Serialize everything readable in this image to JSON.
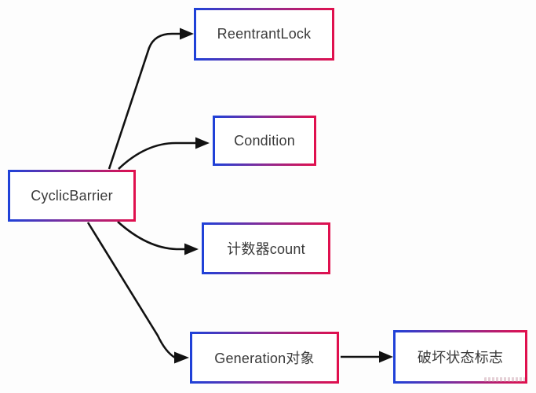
{
  "diagram": {
    "description": "CyclicBarrier internal components diagram",
    "colors": {
      "border_gradient_start": "#1f41d8",
      "border_gradient_mid": "#8a2b94",
      "border_gradient_end": "#e0104e",
      "arrow": "#111111",
      "node_fill": "#ffffff",
      "text": "#3a3a3a",
      "background": "#fdfdfd"
    },
    "nodes": [
      {
        "id": "cyclicbarrier",
        "label": "CyclicBarrier"
      },
      {
        "id": "reentrantlock",
        "label": "ReentrantLock"
      },
      {
        "id": "condition",
        "label": "Condition"
      },
      {
        "id": "counter",
        "label": "计数器count"
      },
      {
        "id": "generation",
        "label": "Generation对象"
      },
      {
        "id": "broken-flag",
        "label": "破坏状态标志"
      }
    ],
    "edges": [
      {
        "from": "CyclicBarrier",
        "to": "ReentrantLock"
      },
      {
        "from": "CyclicBarrier",
        "to": "Condition"
      },
      {
        "from": "CyclicBarrier",
        "to": "计数器count"
      },
      {
        "from": "CyclicBarrier",
        "to": "Generation对象"
      },
      {
        "from": "Generation对象",
        "to": "破坏状态标志"
      }
    ]
  }
}
